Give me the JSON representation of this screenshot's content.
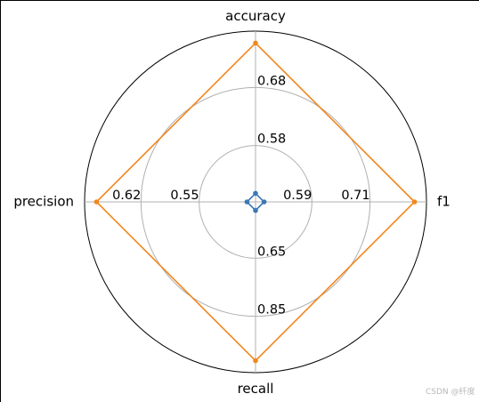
{
  "chart_data": {
    "type": "radar",
    "axes": [
      "accuracy",
      "f1",
      "recall",
      "precision"
    ],
    "series": [
      {
        "values": [
          0.05,
          0.05,
          0.05,
          0.05
        ],
        "color": "#3b78b4"
      },
      {
        "values": [
          0.93,
          0.93,
          0.93,
          0.93
        ],
        "color": "#f2871b"
      }
    ],
    "rlim": [
      0,
      1
    ],
    "grid_rings": [
      0.33,
      0.67,
      1.0
    ],
    "tick_labels": [
      {
        "text": "0.68",
        "axis": "accuracy",
        "ring": 0.67
      },
      {
        "text": "0.58",
        "axis": "accuracy",
        "ring": 0.33
      },
      {
        "text": "0.59",
        "axis": "f1",
        "ring": 0.33
      },
      {
        "text": "0.71",
        "axis": "f1",
        "ring": 0.67
      },
      {
        "text": "0.65",
        "axis": "recall",
        "ring": 0.33
      },
      {
        "text": "0.85",
        "axis": "recall",
        "ring": 0.67
      },
      {
        "text": "0.55",
        "axis": "precision",
        "ring": 0.33
      },
      {
        "text": "0.62",
        "axis": "precision",
        "ring": 0.67
      }
    ],
    "grid": true
  },
  "colors": {
    "grid": "#b0b0b0",
    "frame": "#000000"
  },
  "watermark": "CSDN @纤度"
}
